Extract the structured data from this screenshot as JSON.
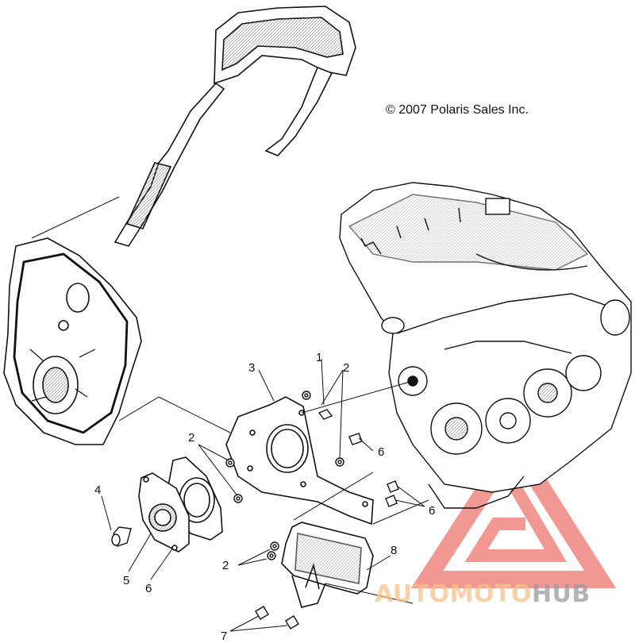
{
  "copyright": "© 2007 Polaris Sales Inc.",
  "callouts": {
    "c1": "1",
    "c2a": "2",
    "c2b": "2",
    "c2c": "2",
    "c3": "3",
    "c4": "4",
    "c5": "5",
    "c6a": "6",
    "c6b": "6",
    "c6c": "6",
    "c7": "7",
    "c8": "8"
  },
  "watermark": {
    "part1": "AUTO",
    "part2": "MOTO",
    "part3": "HUB",
    "color_light": "#f7c28a",
    "color_dark": "#9a9a9a",
    "logo_color": "#e8443a"
  }
}
